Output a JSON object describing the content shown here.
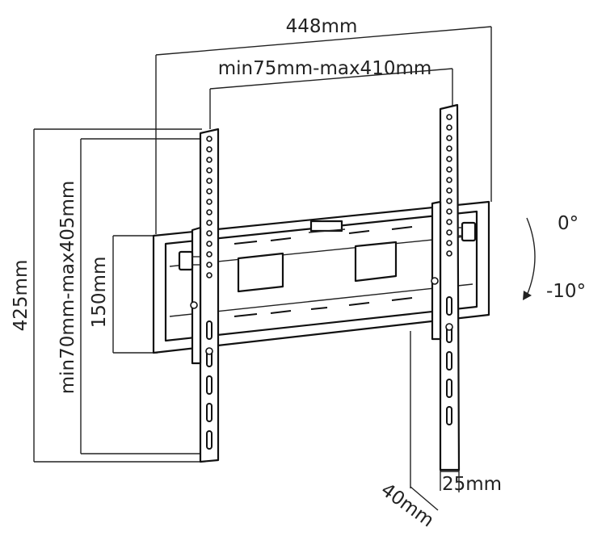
{
  "diagram": {
    "dimensions": {
      "overall_width": "448mm",
      "hole_spacing_horizontal": "min75mm-max410mm",
      "overall_height": "425mm",
      "hole_spacing_vertical": "min70mm-max405mm",
      "plate_height": "150mm",
      "depth_bracket": "25mm",
      "depth_total": "40mm"
    },
    "tilt": {
      "max": "0°",
      "min": "-10°"
    }
  }
}
